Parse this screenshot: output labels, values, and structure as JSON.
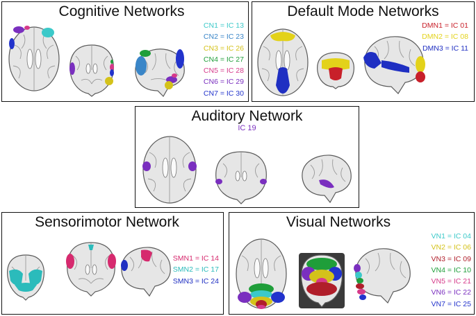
{
  "panels": {
    "cognitive": {
      "title": "Cognitive Networks",
      "legend": [
        {
          "label": "CN1 = IC 13",
          "color": "#3cc9c9"
        },
        {
          "label": "CN2 = IC 23",
          "color": "#3a86c8"
        },
        {
          "label": "CN3 = IC 26",
          "color": "#d4c21a"
        },
        {
          "label": "CN4 = IC 27",
          "color": "#1f9e3a"
        },
        {
          "label": "CN5 = IC 28",
          "color": "#d63a8a"
        },
        {
          "label": "CN6 = IC 29",
          "color": "#7a2fbf"
        },
        {
          "label": "CN7 = IC 30",
          "color": "#2233cc"
        }
      ]
    },
    "dmn": {
      "title": "Default Mode Networks",
      "legend": [
        {
          "label": "DMN1 = IC 01",
          "color": "#c8202a"
        },
        {
          "label": "DMN2 = IC 08",
          "color": "#e3d21a"
        },
        {
          "label": "DMN3 = IC 11",
          "color": "#1f2fc2"
        }
      ]
    },
    "auditory": {
      "title": "Auditory Network",
      "subtitle": "IC 19",
      "subtitle_color": "#7a2fbf"
    },
    "sensorimotor": {
      "title": "Sensorimotor Network",
      "legend": [
        {
          "label": "SMN1 = IC 14",
          "color": "#d62a6e"
        },
        {
          "label": "SMN2 = IC 17",
          "color": "#2bbbbb"
        },
        {
          "label": "SMN3 = IC 24",
          "color": "#1f2fc2"
        }
      ]
    },
    "visual": {
      "title": "Visual Networks",
      "legend": [
        {
          "label": "VN1 = IC 04",
          "color": "#3cc9c9"
        },
        {
          "label": "VN2 = IC 06",
          "color": "#d4c21a"
        },
        {
          "label": "VN3 = IC 09",
          "color": "#b01e2a"
        },
        {
          "label": "VN4 = IC 10",
          "color": "#1f9e3a"
        },
        {
          "label": "VN5 = IC 21",
          "color": "#d63a8a"
        },
        {
          "label": "VN6 = IC 22",
          "color": "#7a2fbf"
        },
        {
          "label": "VN7 = IC 25",
          "color": "#2233cc"
        }
      ]
    }
  }
}
